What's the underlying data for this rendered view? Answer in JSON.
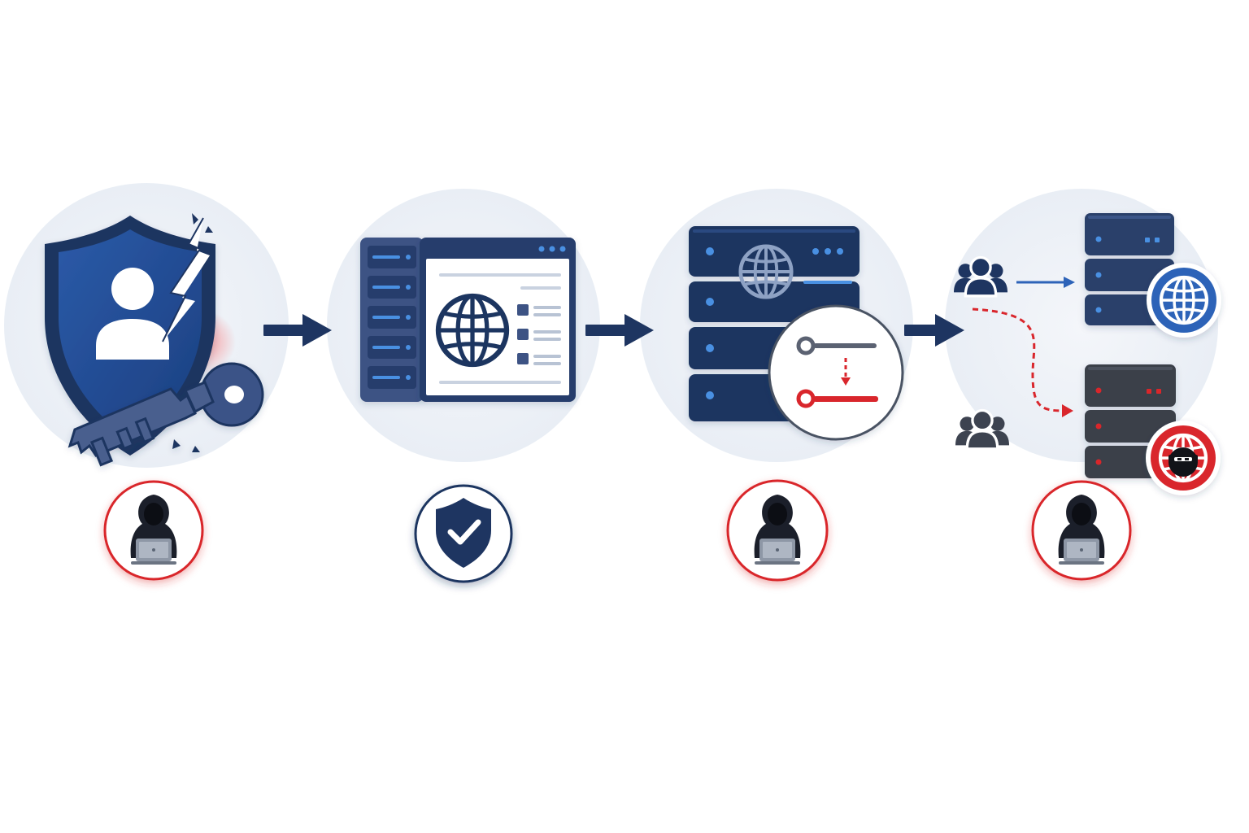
{
  "colors": {
    "navy": "#1e3561",
    "navy_dark": "#17294c",
    "blue": "#2d63b8",
    "blue_accent": "#3a7bd5",
    "red": "#d9262c",
    "gray_server": "#3a3f4a",
    "bubble": "#edf1f7",
    "white": "#ffffff"
  },
  "stages": [
    {
      "id": "credential-compromise",
      "icons": [
        "shield-icon",
        "user-icon",
        "broken-key-icon",
        "crack-icon"
      ],
      "badge": "hacker-icon",
      "badge_color": "red"
    },
    {
      "id": "legitimate-hosting",
      "icons": [
        "server-rack-icon",
        "browser-window-icon",
        "globe-icon"
      ],
      "badge": "shield-check-icon",
      "badge_color": "navy"
    },
    {
      "id": "dns-record-change",
      "icons": [
        "server-stack-icon",
        "globe-icon",
        "key-swap-icon"
      ],
      "badge": "hacker-icon",
      "badge_color": "red"
    },
    {
      "id": "traffic-redirection",
      "icons": [
        "users-icon",
        "legit-server-icon",
        "malicious-server-icon",
        "globe-icon",
        "masked-globe-icon"
      ],
      "badge": "hacker-icon",
      "badge_color": "red"
    }
  ],
  "arrows": [
    "arrow-right-icon",
    "arrow-right-icon",
    "arrow-right-icon"
  ]
}
